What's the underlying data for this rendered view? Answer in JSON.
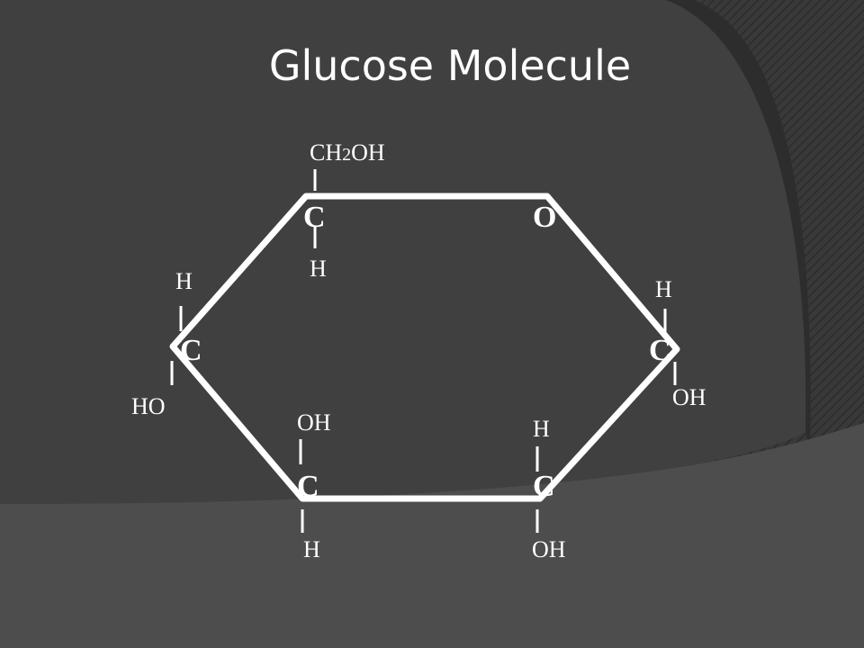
{
  "slide": {
    "title": "Glucose Molecule"
  },
  "molecule": {
    "ring_atoms": {
      "top_left": "C",
      "top_right": "O",
      "left": "C",
      "right": "C",
      "bottom_left": "C",
      "bottom_right": "C"
    },
    "substituents": {
      "top_left_up_main": "CH",
      "top_left_up_sub": "2",
      "top_left_up_tail": "OH",
      "top_left_down": "H",
      "left_up": "H",
      "left_down": "HO",
      "right_up": "H",
      "right_down": "OH",
      "bottom_left_up": "OH",
      "bottom_left_down": "H",
      "bottom_right_up": "H",
      "bottom_right_down": "OH"
    }
  },
  "colors": {
    "background": "#3a3a3a",
    "background_stripes": "#2e2e2e",
    "lower_band": "#4d4d4d",
    "foreground": "#ffffff"
  }
}
